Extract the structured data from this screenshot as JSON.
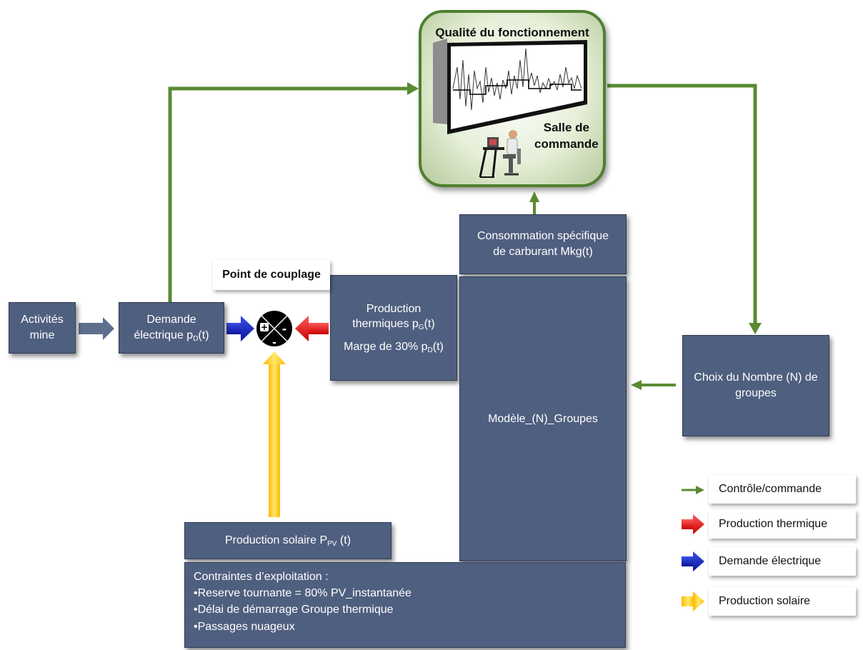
{
  "room": {
    "title": "Qualité du fonctionnement",
    "sub_line1": "Salle de",
    "sub_line2": "commande"
  },
  "boxes": {
    "activites_line1": "Activités",
    "activites_line2": "mine",
    "demande_line1": "Demande",
    "demande_line2": "électrique p",
    "demande_sub": "D",
    "demande_tail": "(t)",
    "production_line1": "Production",
    "production_line2": "thermiques p",
    "production_sub": "G",
    "production_tail": "(t)",
    "marge_text": "Marge de 30% p",
    "marge_sub": "D",
    "marge_tail": "(t)",
    "consommation_line1": "Consommation spécifique",
    "consommation_line2": "de carburant Mkg(t)",
    "modele": "Modèle_(N)_Groupes",
    "choix_line1": "Choix du Nombre (N) de",
    "choix_line2": "groupes",
    "solaire_text": "Production solaire P",
    "solaire_sub": "PV",
    "solaire_tail": " (t)"
  },
  "couplage_label": "Point de couplage",
  "contraintes": {
    "title": "Contraintes d’exploitation :",
    "items": [
      "•Reserve tournante = 80% PV_instantanée",
      "•Délai de démarrage Groupe thermique",
      "•Passages nuageux"
    ]
  },
  "legend": [
    {
      "label": "Contrôle/commande",
      "color": "#5a8a32"
    },
    {
      "label": "Production thermique",
      "color": "#ee1111"
    },
    {
      "label": "Demande électrique",
      "color": "#1122cc"
    },
    {
      "label": "Production solaire",
      "color": "#ffd11a"
    }
  ],
  "colors": {
    "box": "#4f5f7f",
    "control": "#5a8a32",
    "thermal": "#ee1111",
    "demand": "#1122cc",
    "solar": "#ffd11a",
    "activity_arrow": "#5d6f8c"
  },
  "icons": {
    "sum_junction": "sum-junction-icon",
    "screen": "monitor-chart-icon",
    "operator": "operator-workstation-icon"
  }
}
